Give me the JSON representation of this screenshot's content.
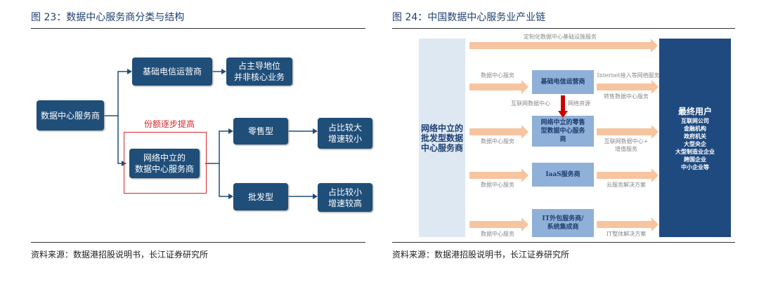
{
  "left": {
    "title": "图 23：数据中心服务商分类与结构",
    "source": "资料来源：数据港招股说明书，长江证券研究所",
    "root": "数据中心服务商",
    "telecom": "基础电信运营商",
    "telecom_desc": "占主导地位\n并非核心业务",
    "red_label": "份额逐步提高",
    "neutral": "网络中立的\n数据中心服务商",
    "retail": "零售型",
    "wholesale": "批发型",
    "retail_desc": "占比较大\n增速较小",
    "wholesale_desc": "占比较小\n增速较高"
  },
  "right": {
    "title": "图 24：中国数据中心服务业产业链",
    "source": "资料来源：数据港招股说明书，长江证券研究所",
    "wholesaler": "网络中立的\n批发型数据\n中心服务商",
    "top_arrow": "定制化数据中心基础设施服务",
    "rows": [
      {
        "in": "数据中心服务",
        "box": "基础电信运营商",
        "out_top": "Internet接入等网络服务",
        "out_bottom": "转售数据中心服务"
      },
      {
        "in": "数据中心服务",
        "box": "网络中立的零售\n型数据中心服务\n商",
        "out_top": "",
        "out_bottom": "互联网数据中心+\n增值服务"
      },
      {
        "in": "数据中心服务",
        "box": "IaaS服务商",
        "out_top": "",
        "out_bottom": "云服务解决方案"
      },
      {
        "in": "数据中心服务",
        "box": "IT外包服务商/\n系统集成商",
        "out_top": "",
        "out_bottom": "IT整体解决方案"
      }
    ],
    "down_left": "互联网数据中心",
    "down_right": "网络资源",
    "end_users_title": "最终用户",
    "end_users": [
      "互联网公司",
      "金融机构",
      "政府机关",
      "大型央企",
      "大型制造业企业",
      "跨国企业",
      "中小企业等"
    ]
  }
}
